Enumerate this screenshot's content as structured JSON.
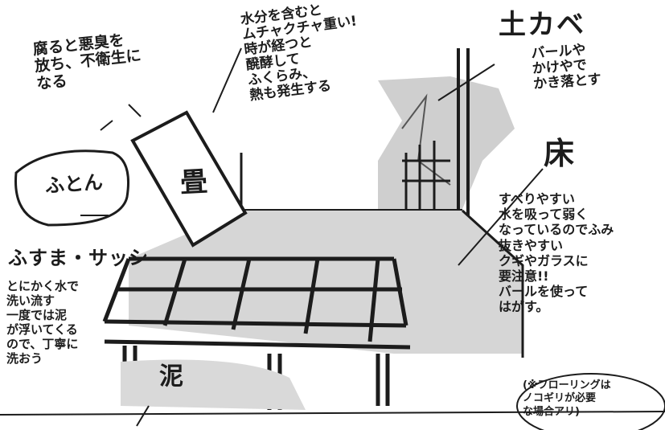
{
  "labels": {
    "rot_note": [
      "腐ると悪臭を",
      "放ち、不衛生に",
      "なる"
    ],
    "moisture_note": [
      "水分を含むと",
      "ムチャクチャ重い!",
      "時が経つと",
      "醗酵して",
      "ふくらみ、",
      "熱も発生する"
    ],
    "wall_title": "土カベ",
    "wall_note": [
      "バールや",
      "かけやで",
      "かき落とす"
    ],
    "floor_title": "床",
    "floor_note": [
      "すべりやすい",
      "水を吸って弱く",
      "なっているのでふみ",
      "抜きやすい",
      "クギやガラスに",
      "要注意!!",
      "バールを使って",
      "はがす。"
    ],
    "fusuma_title": "ふすま・サッシ",
    "fusuma_note": [
      "とにかく水で",
      "洗い流す",
      "一度では泥",
      "が浮いてくる",
      "ので、丁寧に",
      "洗おう"
    ],
    "futon": "ふとん",
    "tatami": "畳",
    "mud": "泥",
    "flooring_note": [
      "(※フローリングは",
      "ノコギリが必要",
      "な場合アリ)"
    ]
  },
  "colors": {
    "ink": "#1c1c1c",
    "wall_gray": "#cfcfcf",
    "floor_gray": "#d6d6d6",
    "mud_gray": "#d9d9d9"
  }
}
